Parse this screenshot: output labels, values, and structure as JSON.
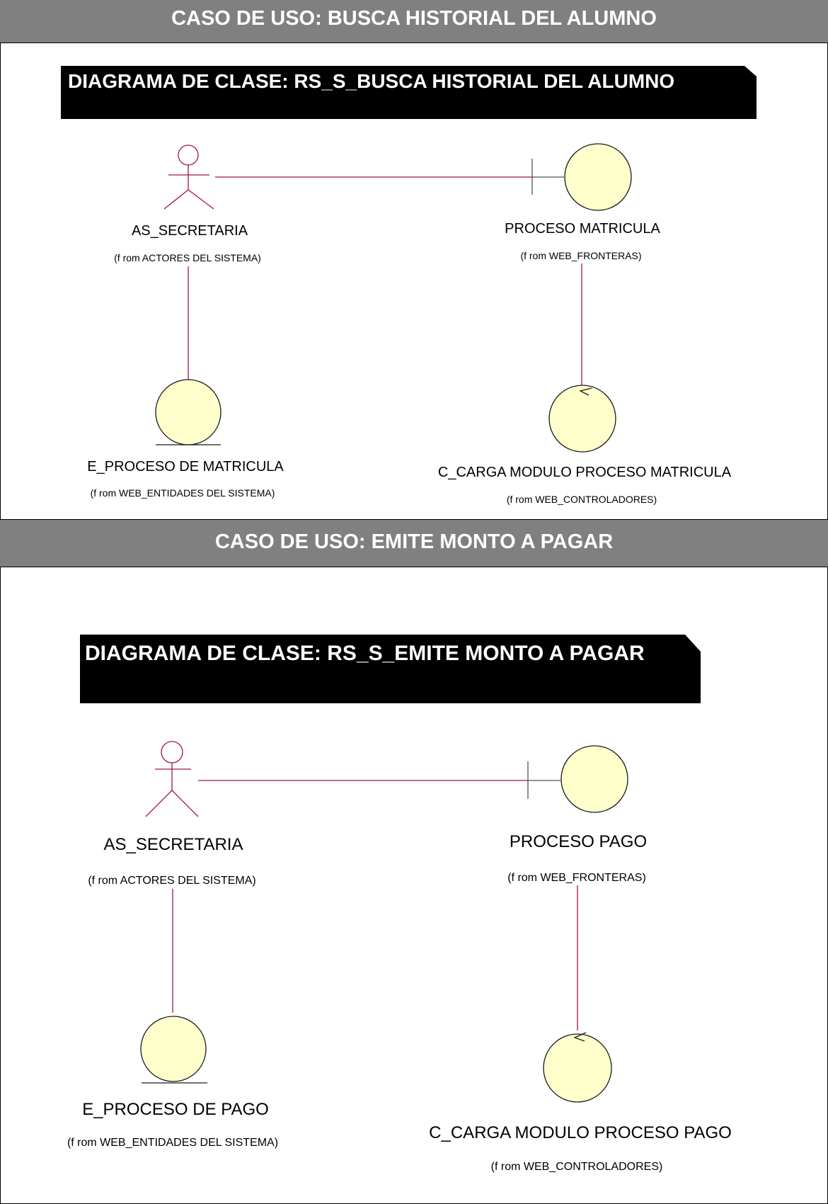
{
  "colors": {
    "header_bg": "#808080",
    "banner_bg": "#000000",
    "relation_line": "#a0144a",
    "stereotype_fill": "#ffffcc",
    "stereotype_stroke": "#1a1a1a"
  },
  "sections": [
    {
      "header": "CASO DE USO: BUSCA HISTORIAL DEL ALUMNO",
      "banner": "DIAGRAMA DE CLASE: RS_S_BUSCA HISTORIAL DEL ALUMNO",
      "actor": {
        "name": "AS_SECRETARIA",
        "from": "(f rom ACTORES DEL SISTEMA)"
      },
      "boundary": {
        "name": "PROCESO MATRICULA",
        "from": "(f rom WEB_FRONTERAS)"
      },
      "entity": {
        "name": "E_PROCESO DE MATRICULA",
        "from": "(f rom WEB_ENTIDADES DEL SISTEMA)"
      },
      "control": {
        "name": "C_CARGA MODULO PROCESO MATRICULA",
        "from": "(f rom WEB_CONTROLADORES)"
      }
    },
    {
      "header": "CASO DE USO: EMITE MONTO A PAGAR",
      "banner": "DIAGRAMA DE CLASE: RS_S_EMITE MONTO A PAGAR",
      "actor": {
        "name": "AS_SECRETARIA",
        "from": "(f rom ACTORES DEL SISTEMA)"
      },
      "boundary": {
        "name": "PROCESO PAGO",
        "from": "(f rom WEB_FRONTERAS)"
      },
      "entity": {
        "name": "E_PROCESO DE PAGO",
        "from": "(f rom WEB_ENTIDADES DEL SISTEMA)"
      },
      "control": {
        "name": "C_CARGA MODULO PROCESO PAGO",
        "from": "(f rom WEB_CONTROLADORES)"
      }
    }
  ]
}
